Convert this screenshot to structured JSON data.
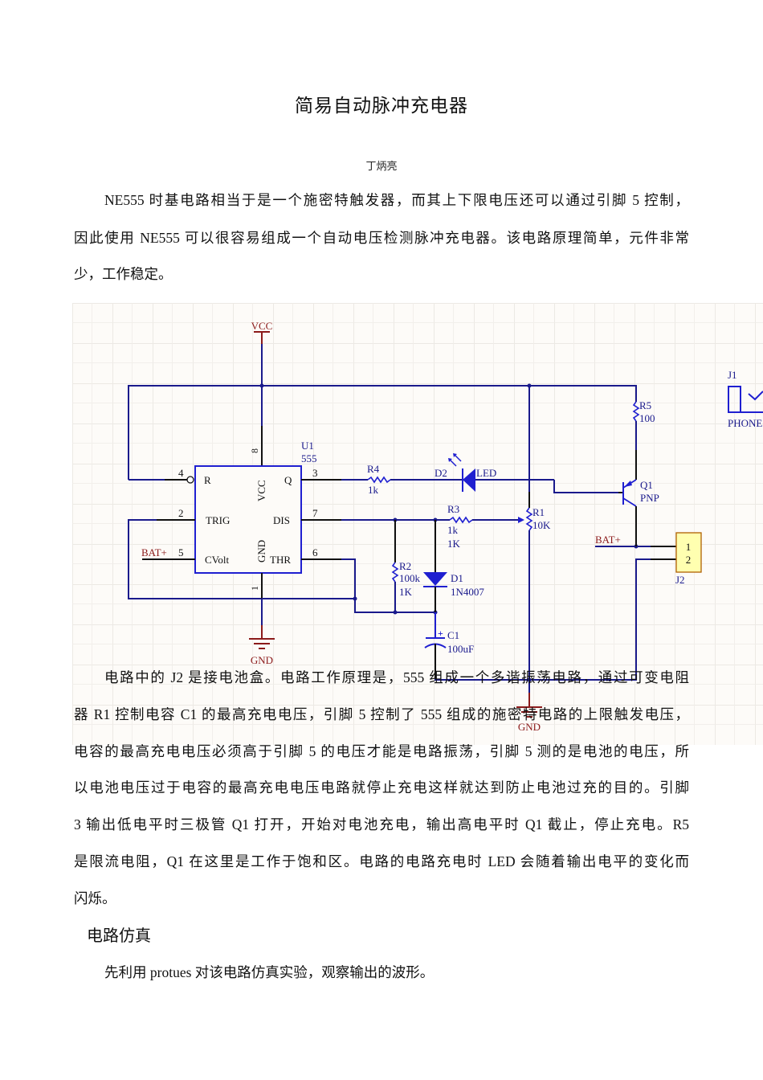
{
  "document": {
    "title": "简易自动脉冲充电器",
    "author": "丁炳亮",
    "intro_lines": [
      "NE555 时基电路相当于是一个施密特触发器，而其上下限电压还可以通过引脚 5 控制，",
      "因此使用 NE555 可以很容易组成一个自动电压检测脉冲充电器。该电路原理简单，元件非常",
      "少，工作稳定。"
    ],
    "principle_lines": [
      "电路中的 J2 是接电池盒。电路工作原理是，555 组成一个多谐振荡电路，通过可变电阻",
      "器 R1 控制电容 C1 的最高充电电压，引脚 5 控制了 555 组成的施密特电路的上限触发电压，",
      "电容的最高充电电压必须高于引脚 5 的电压才能是电路振荡，引脚 5 测的是电池的电压，所",
      "以电池电压过于电容的最高充电电压电路就停止充电这样就达到防止电池过充的目的。引脚",
      "3 输出低电平时三极管 Q1 打开，开始对电池充电，输出高电平时 Q1 截止，停止充电。R5",
      "是限流电阻，Q1 在这里是工作于饱和区。电路的电路充电时 LED 会随着输出电平的变化而",
      "闪烁。"
    ],
    "section_heading": "电路仿真",
    "simulation_line": "先利用 protues 对该电路仿真实验，观察输出的波形。"
  },
  "schematic": {
    "colors": {
      "wire": "#1a1a8c",
      "pin": "#111111",
      "component": "#1f1fd0",
      "power": "#8b1a1a",
      "label": "#1a1a8c",
      "connector_fill": "#ffffb0",
      "connector_border": "#b06000"
    },
    "power_labels": {
      "vcc": "VCC",
      "gnd_main": "GND",
      "gnd_right": "GND"
    },
    "net_labels": {
      "bat_left": "BAT+",
      "bat_right": "BAT+"
    },
    "u1": {
      "designator": "U1",
      "part": "555",
      "pins": {
        "r": {
          "name": "R",
          "num": "4"
        },
        "q": {
          "name": "Q",
          "num": "3"
        },
        "trig": {
          "name": "TRIG",
          "num": "2"
        },
        "dis": {
          "name": "DIS",
          "num": "7"
        },
        "cvolt": {
          "name": "CVolt",
          "num": "5"
        },
        "thr": {
          "name": "THR",
          "num": "6"
        },
        "vcc": {
          "name": "VCC",
          "num": "8"
        },
        "gnd": {
          "name": "GND",
          "num": "1"
        }
      }
    },
    "r4": {
      "designator": "R4",
      "value": "1k"
    },
    "d2": {
      "designator": "D2",
      "value": "LED"
    },
    "r3": {
      "designator": "R3",
      "value": "1k",
      "value2": "1K"
    },
    "r1": {
      "designator": "R1",
      "value": "10K"
    },
    "r2": {
      "designator": "R2",
      "value": "100k",
      "value2": "1K"
    },
    "d1": {
      "designator": "D1",
      "value": "1N4007"
    },
    "c1": {
      "designator": "C1",
      "value": "100uF",
      "polarity": "+"
    },
    "r5": {
      "designator": "R5",
      "value": "100"
    },
    "q1": {
      "designator": "Q1",
      "value": "PNP"
    },
    "j2": {
      "designator": "J2",
      "pins": [
        "1",
        "2"
      ]
    },
    "j1": {
      "designator": "J1",
      "value": "PHONE"
    }
  }
}
